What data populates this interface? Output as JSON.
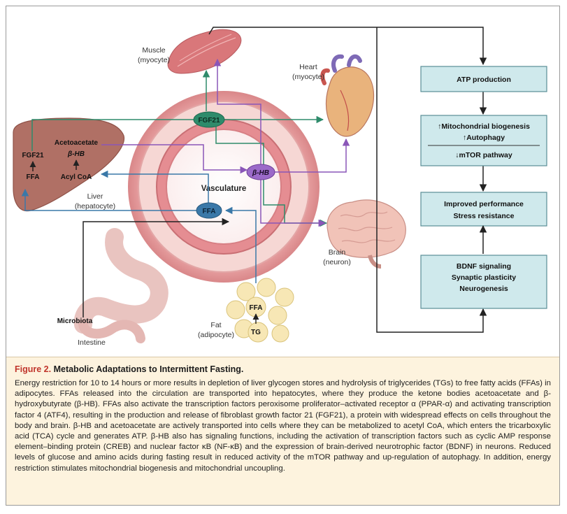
{
  "diagram": {
    "organs": {
      "muscle": {
        "line1": "Muscle",
        "line2": "(myocyte)"
      },
      "heart": {
        "line1": "Heart",
        "line2": "(myocyte)"
      },
      "liver": {
        "line1": "Liver",
        "line2": "(hepatocyte)"
      },
      "brain": {
        "line1": "Brain",
        "line2": "(neuron)"
      },
      "fat": {
        "line1": "Fat",
        "line2": "(adipocyte)"
      },
      "intestine": {
        "label": "Intestine",
        "microbiota": "Microbiota"
      }
    },
    "vasculature_label": "Vasculature",
    "liver_labels": {
      "fgf21": "FGF21",
      "ffa": "FFA",
      "acetoacetate": "Acetoacetate",
      "bhb": "β-HB",
      "acyl_coa": "Acyl CoA"
    },
    "fat_labels": {
      "ffa": "FFA",
      "tg": "TG"
    },
    "nodes": {
      "fgf21": "FGF21",
      "bhb": "β-HB",
      "ffa": "FFA"
    },
    "boxes": {
      "atp": [
        "ATP production"
      ],
      "mito": [
        "↑Mitochondrial biogenesis",
        "↑Autophagy",
        "↓mTOR pathway"
      ],
      "performance": [
        "Improved performance",
        "Stress resistance"
      ],
      "bdnf": [
        "BDNF signaling",
        "Synaptic plasticity",
        "Neurogenesis"
      ]
    },
    "colors": {
      "box_fill": "#cfe9ec",
      "box_border": "#5a8e96",
      "fgf21": "#2e8b6b",
      "bhb": "#8a56b8",
      "ffa": "#3a78a8",
      "vessel": "#d98b8f"
    }
  },
  "caption": {
    "figure_label": "Figure 2.",
    "title": "Metabolic Adaptations to Intermittent Fasting.",
    "body": "Energy restriction for 10 to 14 hours or more results in depletion of liver glycogen stores and hydrolysis of triglycerides (TGs) to free fatty acids (FFAs) in adipocytes. FFAs released into the circulation are transported into hepatocytes, where they produce the ketone bodies acetoacetate and β-hydroxybutyrate (β-HB). FFAs also activate the transcription factors peroxisome proliferator–activated receptor α (PPAR-α) and activating transcription factor 4 (ATF4), resulting in the production and release of fibroblast growth factor 21 (FGF21), a protein with widespread effects on cells throughout the body and brain. β-HB and acetoacetate are actively transported into cells where they can be metabolized to acetyl CoA, which enters the tricarboxylic acid (TCA) cycle and generates ATP. β-HB also has signaling functions, including the activation of transcription factors such as cyclic AMP response element–binding protein (CREB) and nuclear factor κB (NF-κB) and the expression of brain-derived neurotrophic factor (BDNF) in neurons. Reduced levels of glucose and amino acids during fasting result in reduced activity of the mTOR pathway and up-regulation of autophagy. In addition, energy restriction stimulates mitochondrial biogenesis and mitochondrial uncoupling."
  }
}
